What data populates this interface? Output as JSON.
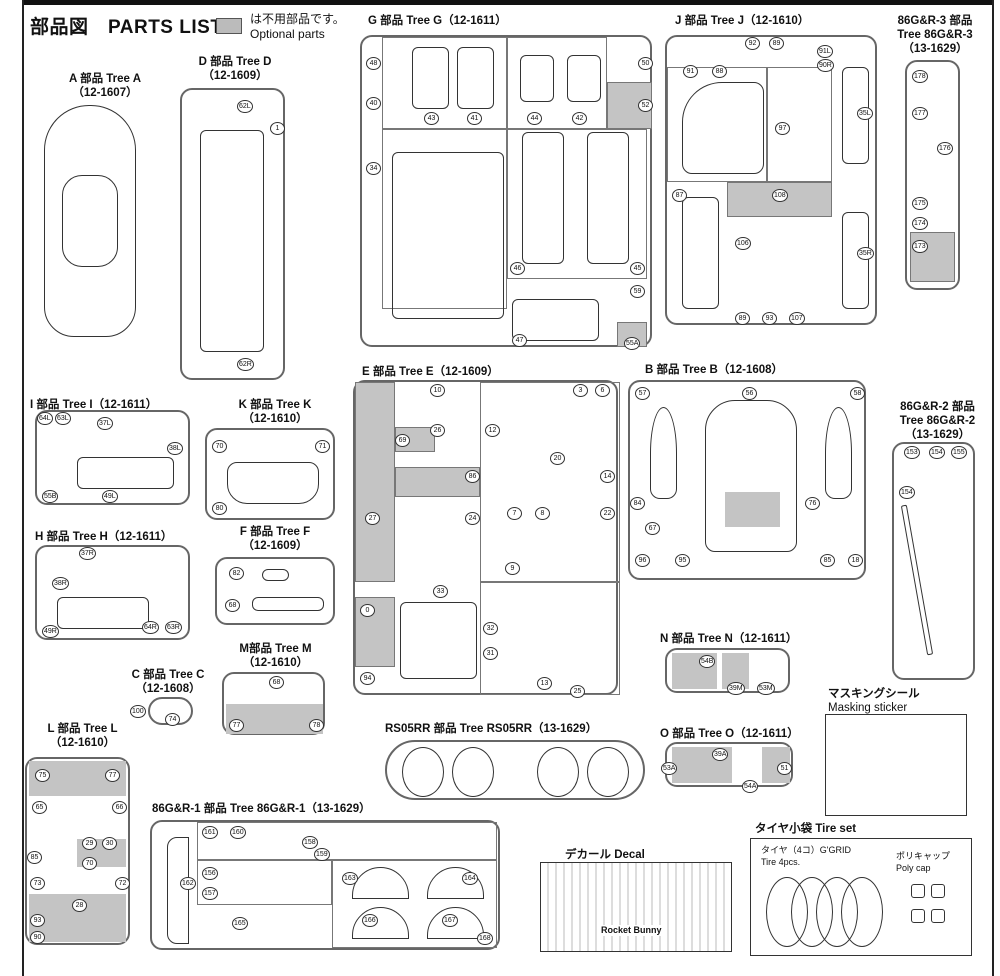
{
  "header": {
    "title": "部品図　PARTS LIST",
    "legend_jp": "は不用部品です。",
    "legend_en": "Optional parts",
    "optional_color": "#c4c4c4"
  },
  "trees": {
    "A": {
      "label": "A 部品 Tree A",
      "code": "（12-1607）",
      "parts": []
    },
    "D": {
      "label": "D 部品 Tree D",
      "code": "（12-1609）",
      "parts": [
        "62L",
        "1",
        "62R"
      ]
    },
    "G": {
      "label": "G 部品 Tree G（12-1611）",
      "parts": [
        "48",
        "40",
        "43",
        "41",
        "50",
        "52",
        "34",
        "44",
        "42",
        "46",
        "45",
        "59",
        "47",
        "55A"
      ]
    },
    "J": {
      "label": "J 部品 Tree J（12-1610）",
      "parts": [
        "92",
        "89",
        "91L",
        "90R",
        "91",
        "88",
        "97",
        "35L",
        "87",
        "108",
        "106",
        "35R",
        "89",
        "93",
        "107"
      ]
    },
    "R3": {
      "label": "86G&R-3 部品",
      "label2": "Tree 86G&R-3",
      "code": "（13-1629）",
      "parts": [
        "178",
        "177",
        "176",
        "175",
        "174",
        "173"
      ]
    },
    "E": {
      "label": "E 部品 Tree E（12-1609）",
      "parts": [
        "10",
        "3",
        "6",
        "69",
        "26",
        "12",
        "20",
        "14",
        "27",
        "86",
        "24",
        "7",
        "8",
        "22",
        "9",
        "33",
        "0",
        "32",
        "31",
        "13",
        "25",
        "94"
      ]
    },
    "B": {
      "label": "B 部品 Tree B（12-1608）",
      "parts": [
        "57",
        "56",
        "58",
        "84",
        "67",
        "76",
        "96",
        "95",
        "85",
        "18"
      ]
    },
    "R2": {
      "label": "86G&R-2 部品",
      "label2": "Tree 86G&R-2",
      "code": "（13-1629）",
      "parts": [
        "153",
        "154",
        "155",
        "154"
      ]
    },
    "I": {
      "label": "I 部品 Tree I（12-1611）",
      "parts": [
        "64L",
        "63L",
        "37L",
        "38L",
        "55B",
        "49L"
      ]
    },
    "K": {
      "label": "K 部品 Tree K",
      "code": "（12-1610）",
      "parts": [
        "70",
        "71",
        "80"
      ]
    },
    "H": {
      "label": "H 部品 Tree H（12-1611）",
      "parts": [
        "37R",
        "38R",
        "49R",
        "64R",
        "63R"
      ]
    },
    "F": {
      "label": "F 部品 Tree F",
      "code": "（12-1609）",
      "parts": [
        "82",
        "68"
      ]
    },
    "C": {
      "label": "C 部品 Tree C",
      "code": "（12-1608）",
      "parts": [
        "100",
        "74"
      ]
    },
    "M": {
      "label": "M部品 Tree M",
      "code": "（12-1610）",
      "parts": [
        "68",
        "77",
        "78"
      ]
    },
    "N": {
      "label": "N 部品 Tree N（12-1611）",
      "parts": [
        "54B",
        "39M",
        "53M"
      ]
    },
    "O": {
      "label": "O 部品 Tree O（12-1611）",
      "parts": [
        "39A",
        "53A",
        "51",
        "54A"
      ]
    },
    "L": {
      "label": "L 部品 Tree L",
      "code": "（12-1610）",
      "parts": [
        "75",
        "77",
        "65",
        "66",
        "29",
        "30",
        "85",
        "70",
        "73",
        "72",
        "28",
        "93",
        "90"
      ]
    },
    "RS": {
      "label": "RS05RR 部品 Tree RS05RR（13-1629）",
      "parts": []
    },
    "R1": {
      "label": "86G&R-1 部品 Tree 86G&R-1（13-1629）",
      "parts": [
        "161",
        "160",
        "158",
        "159",
        "162",
        "156",
        "157",
        "163",
        "164",
        "165",
        "166",
        "167",
        "168"
      ]
    }
  },
  "masking": {
    "label_jp": "マスキングシール",
    "label_en": "Masking sticker"
  },
  "decal": {
    "label": "デカール Decal",
    "brand": "Rocket Bunny"
  },
  "tires": {
    "label": "タイヤ小袋 Tire set",
    "tire_jp": "タイヤ（4コ）G'GRID",
    "tire_en": "Tire 4pcs.",
    "cap_jp": "ポリキャップ",
    "cap_en": "Poly cap"
  }
}
